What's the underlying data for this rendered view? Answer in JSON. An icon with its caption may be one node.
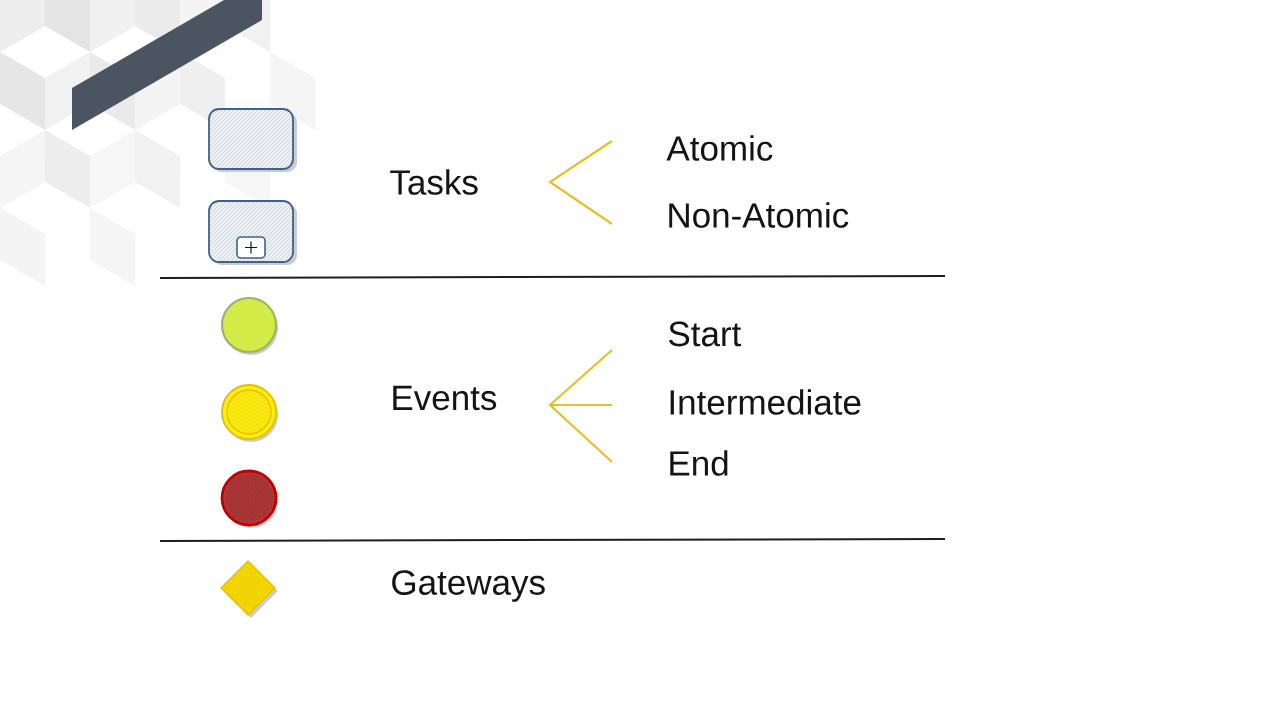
{
  "diagram": {
    "labels": [
      "Tasks",
      "Atomic",
      "Non-Atomic",
      "Events",
      "Start",
      "Intermediate",
      "End",
      "Gateways"
    ]
  }
}
